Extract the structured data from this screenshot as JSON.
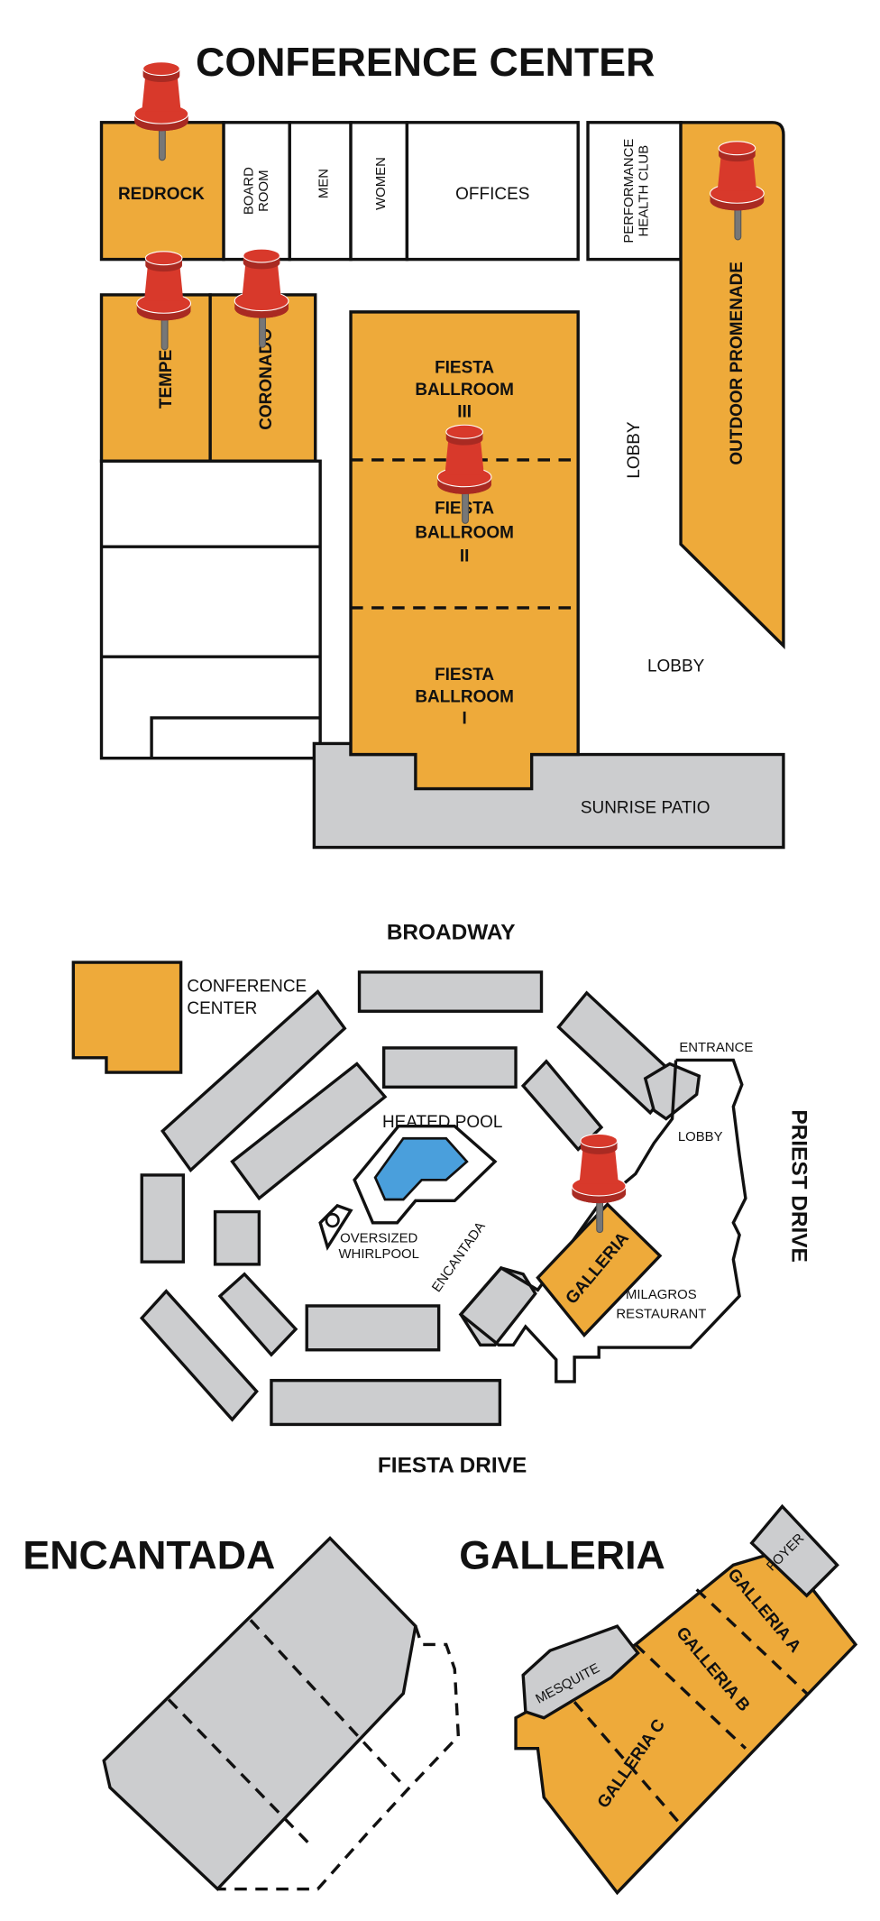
{
  "conference_center": {
    "title": "CONFERENCE CENTER",
    "rooms": {
      "redrock": "REDROCK",
      "board_room": [
        "BOARD",
        "ROOM"
      ],
      "men": "MEN",
      "women": "WOMEN",
      "offices": "OFFICES",
      "health_club": [
        "PERFORMANCE",
        "HEALTH CLUB"
      ],
      "outdoor_promenade": "OUTDOOR PROMENADE",
      "tempe": "TEMPE",
      "coronado": "CORONADO",
      "fiesta_3": [
        "FIESTA",
        "BALLROOM",
        "III"
      ],
      "fiesta_2": [
        "FIESTA",
        "BALLROOM",
        "II"
      ],
      "fiesta_1": [
        "FIESTA",
        "BALLROOM",
        "I"
      ],
      "lobby_vertical": "LOBBY",
      "lobby": "LOBBY",
      "sunrise_patio": "SUNRISE PATIO"
    }
  },
  "site_map": {
    "roads": {
      "north": "BROADWAY",
      "south": "FIESTA DRIVE",
      "east": "PRIEST DRIVE"
    },
    "labels": {
      "conference_center": [
        "CONFERENCE",
        "CENTER"
      ],
      "entrance": "ENTRANCE",
      "lobby": "LOBBY",
      "heated_pool": "HEATED POOL",
      "whirlpool": [
        "OVERSIZED",
        "WHIRLPOOL"
      ],
      "encantada": "ENCANTADA",
      "galleria": "GALLERIA",
      "milagros": [
        "MILAGROS",
        "RESTAURANT"
      ]
    }
  },
  "encantada": {
    "title": "ENCANTADA"
  },
  "galleria": {
    "title": "GALLERIA",
    "rooms": {
      "foyer": "FOYER",
      "mesquite": "MESQUITE",
      "a": "GALLERIA A",
      "b": "GALLERIA B",
      "c": "GALLERIA C"
    }
  },
  "colors": {
    "venue": "#eeaa3a",
    "building": "#cccdcf",
    "pool": "#4a9fdc",
    "pin": "#d8392b"
  }
}
